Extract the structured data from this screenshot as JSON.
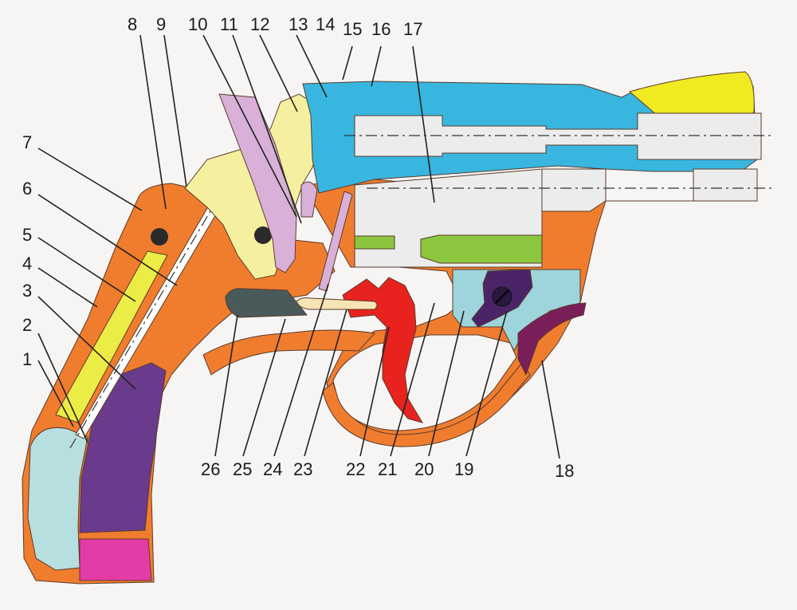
{
  "colors": {
    "background": "#f7f5f4",
    "frame": "#f07d2e",
    "barrel": "#38b6e0",
    "cylinder": "#ececec",
    "grip_panel": "#6a3a8c",
    "grip_bottom": "#e43ca6",
    "grip_tip": "#b8dfe0",
    "hammer": "#f5f0a0",
    "spring_strip": "#ecec46",
    "trigger": "#e8221e",
    "sear_block": "#4a5a5a",
    "hand_bar": "#f7e4b4",
    "lever_pink": "#d9b0d8",
    "green_bar": "#8cc63e",
    "latch_block": "#9ed4dc",
    "latch_lever": "#4a2466",
    "trigger_guard_rear": "#7a1e5a",
    "front_sight": "#f2ea20"
  },
  "callouts": [
    {
      "id": "1",
      "label": "1"
    },
    {
      "id": "2",
      "label": "2"
    },
    {
      "id": "3",
      "label": "3"
    },
    {
      "id": "4",
      "label": "4"
    },
    {
      "id": "5",
      "label": "5"
    },
    {
      "id": "6",
      "label": "6"
    },
    {
      "id": "7",
      "label": "7"
    },
    {
      "id": "8",
      "label": "8"
    },
    {
      "id": "9",
      "label": "9"
    },
    {
      "id": "10",
      "label": "10"
    },
    {
      "id": "11",
      "label": "11"
    },
    {
      "id": "12",
      "label": "12"
    },
    {
      "id": "13",
      "label": "13"
    },
    {
      "id": "14",
      "label": "14"
    },
    {
      "id": "15",
      "label": "15"
    },
    {
      "id": "16",
      "label": "16"
    },
    {
      "id": "17",
      "label": "17"
    },
    {
      "id": "18",
      "label": "18"
    },
    {
      "id": "19",
      "label": "19"
    },
    {
      "id": "20",
      "label": "20"
    },
    {
      "id": "21",
      "label": "21"
    },
    {
      "id": "22",
      "label": "22"
    },
    {
      "id": "23",
      "label": "23"
    },
    {
      "id": "24",
      "label": "24"
    },
    {
      "id": "25",
      "label": "25"
    },
    {
      "id": "26",
      "label": "26"
    }
  ]
}
